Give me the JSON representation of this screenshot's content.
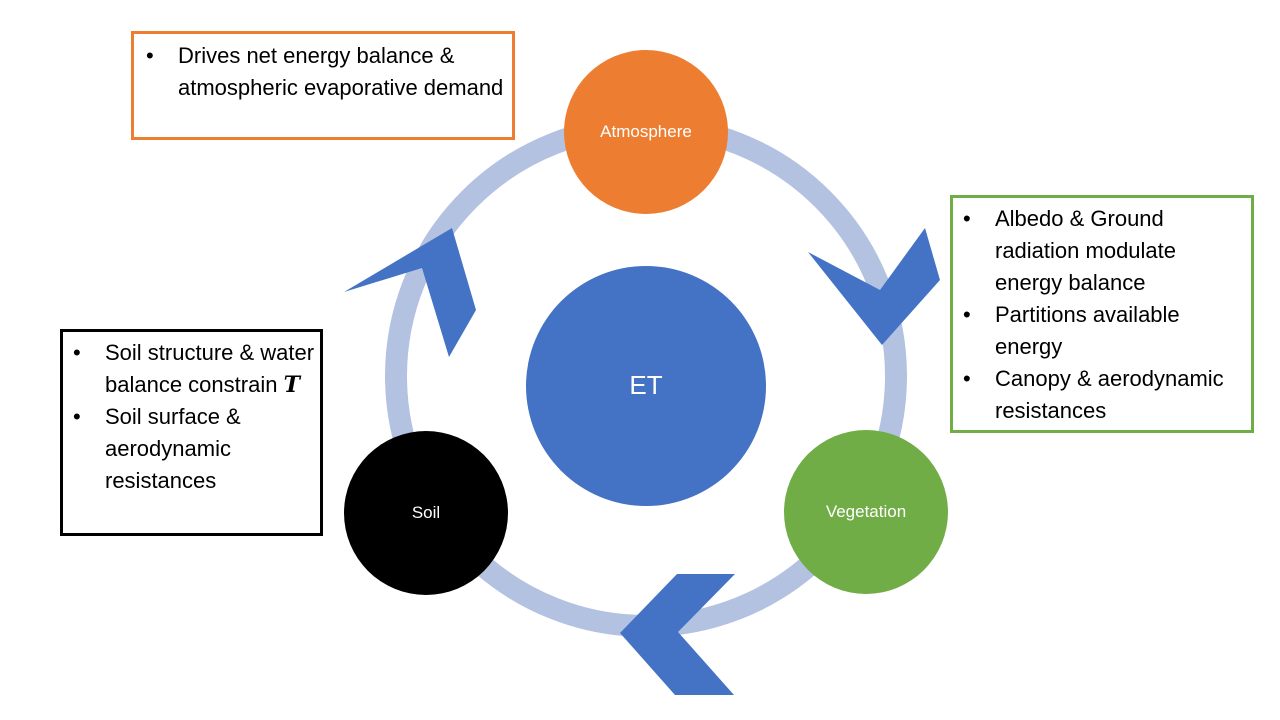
{
  "diagram": {
    "center": {
      "label": "ET",
      "color": "#4472c4"
    },
    "nodes": [
      {
        "id": "atmosphere",
        "label": "Atmosphere",
        "color": "#ed7d31"
      },
      {
        "id": "vegetation",
        "label": "Vegetation",
        "color": "#70ad47"
      },
      {
        "id": "soil",
        "label": "Soil",
        "color": "#000000"
      }
    ],
    "ring_color": "#b4c2e2",
    "arrow_color": "#4472c4",
    "boxes": {
      "atmosphere": {
        "border_color": "#ed7d31",
        "bullets": [
          "Drives net energy balance & atmospheric evaporative demand"
        ]
      },
      "vegetation": {
        "border_color": "#70ad47",
        "bullets": [
          "Albedo & Ground radiation modulate energy balance",
          "Partitions available energy",
          "Canopy & aerodynamic resistances"
        ]
      },
      "soil": {
        "border_color": "#000000",
        "bullets": [
          "Soil structure & water balance constrain",
          "Soil surface & aerodynamic resistances"
        ],
        "symbol": "T"
      }
    }
  }
}
